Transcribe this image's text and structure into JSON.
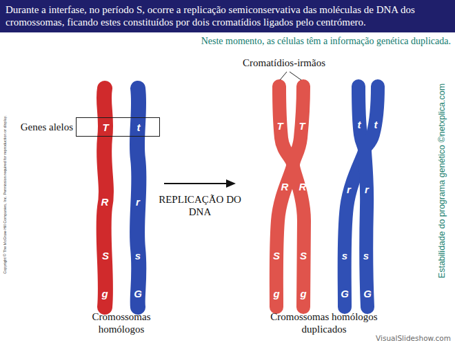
{
  "diagram": {
    "title": "Durante a interfase, no período S, ocorre a replicação semiconservativa das moléculas de DNA dos cromossomas, ficando estes constituídos por dois cromatídios ligados pelo centrómero.",
    "nodes": [
      {
        "text": [
          "Genes alelos",
          "T",
          "t"
        ]
      }
    ],
    "labels": [
      "Neste momento, as células têm a informação genética duplicada.",
      "Cromatídios-irmãos",
      "REPLICAÇÃO DO DNA",
      "Cromossomas homólogos",
      "Cromossomas homólogos duplicados",
      "Estabilidade do programa genético ©netxplica.com",
      "Copyright © The McGraw-Hill Companies, Inc. Permission required for reproduction or display.",
      "VisualSlideshow.com",
      "R",
      "r",
      "S",
      "s",
      "g",
      "G",
      "T",
      "T",
      "t",
      "t",
      "R",
      "R",
      "r",
      "r",
      "S",
      "S",
      "s",
      "s",
      "g",
      "g",
      "G",
      "G"
    ]
  }
}
